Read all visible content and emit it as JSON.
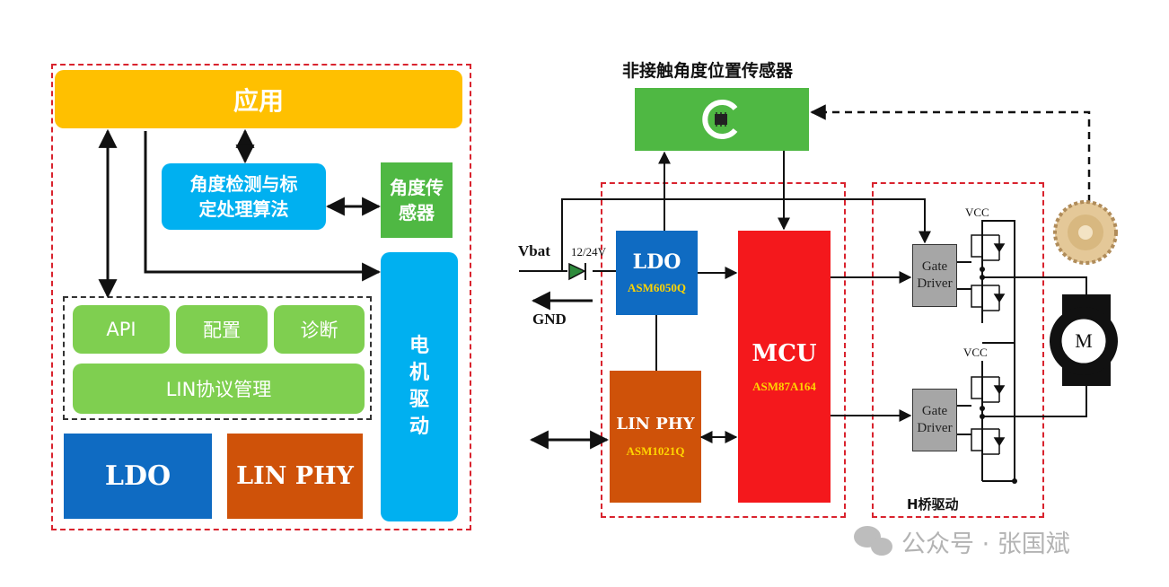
{
  "left": {
    "app_label": "应用",
    "algo_label_line1": "角度检测与标",
    "algo_label_line2": "定处理算法",
    "sensor_line1": "角度传",
    "sensor_line2": "感器",
    "motor_drive_label": "电\n机\n驱\n动",
    "api_label": "API",
    "config_label": "配置",
    "diag_label": "诊断",
    "lin_mgmt_label": "LIN协议管理",
    "ldo_label": "LDO",
    "linphy_label": "LIN PHY"
  },
  "right": {
    "sensor_title": "非接触角度位置传感器",
    "vbat_label": "Vbat",
    "voltage_label": "12/24V",
    "gnd_label": "GND",
    "ldo_label": "LDO",
    "ldo_part": "ASM6050Q",
    "linphy_label": "LIN PHY",
    "linphy_part": "ASM1021Q",
    "mcu_label": "MCU",
    "mcu_part": "ASM87A164",
    "gate_top_line1": "Gate",
    "gate_top_line2": "Driver",
    "gate_bottom_line1": "Gate",
    "gate_bottom_line2": "Driver",
    "vcc_top": "VCC",
    "vcc_bottom": "VCC",
    "hbridge_label": "H桥驱动",
    "motor_label": "M"
  },
  "watermark": "公众号 · 张国斌",
  "colors": {
    "dashed_border": "#d9232e",
    "app_yellow": "#ffc000",
    "cyan": "#00b0f0",
    "green": "#4fb843",
    "light_green": "#7fcf50",
    "ldo_blue": "#0f6bc2",
    "linphy_orange": "#cf5209",
    "mcu_red": "#f4181c",
    "gate_gray": "#a6a6a6"
  }
}
